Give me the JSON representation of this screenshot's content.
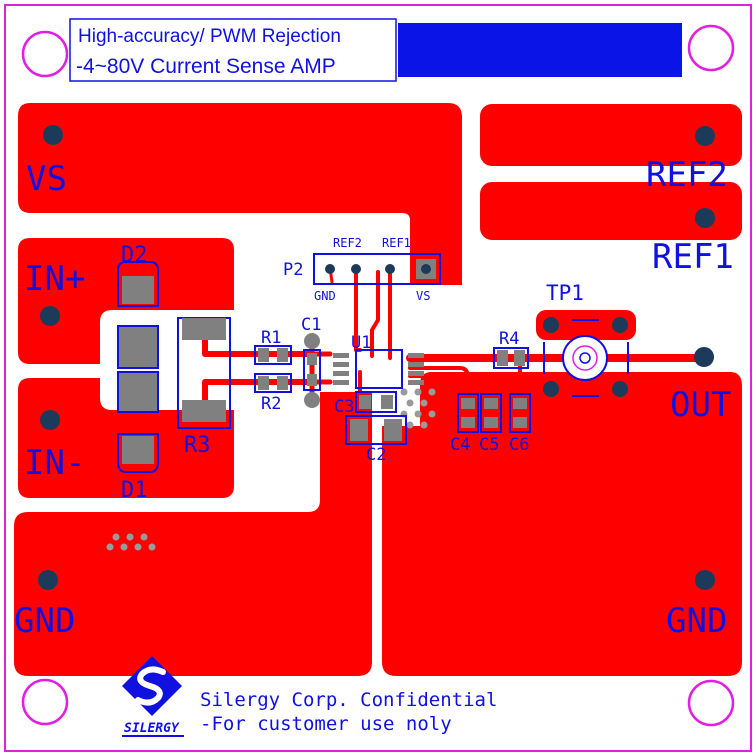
{
  "header": {
    "line1": "High-accuracy/ PWM Rejection",
    "line2": "-4~80V Current Sense AMP"
  },
  "pads": {
    "vs": "VS",
    "in_plus": "IN+",
    "in_minus": "IN-",
    "gnd_left": "GND",
    "gnd_right": "GND",
    "ref2": "REF2",
    "ref1": "REF1",
    "out": "OUT"
  },
  "components": {
    "d1": "D1",
    "d2": "D2",
    "r1": "R1",
    "r2": "R2",
    "r3": "R3",
    "r4": "R4",
    "c1": "C1",
    "c2": "C2",
    "c3": "C3",
    "c4": "C4",
    "c5": "C5",
    "c6": "C6",
    "u1": "U1",
    "tp1": "TP1",
    "p2": "P2"
  },
  "header_pins": {
    "ref2": "REF2",
    "ref1": "REF1",
    "gnd": "GND",
    "vs": "VS"
  },
  "footer": {
    "line1": "Silergy Corp. Confidential",
    "line2": "-For customer use noly",
    "logo_text": "SILERGY"
  },
  "colors": {
    "copper": "#ff0000",
    "silkscreen": "#1010e0",
    "outline": "#e020e0",
    "pad_gray": "#808080",
    "via": "#1c3a5a",
    "banner_blue": "#0a14e6"
  }
}
